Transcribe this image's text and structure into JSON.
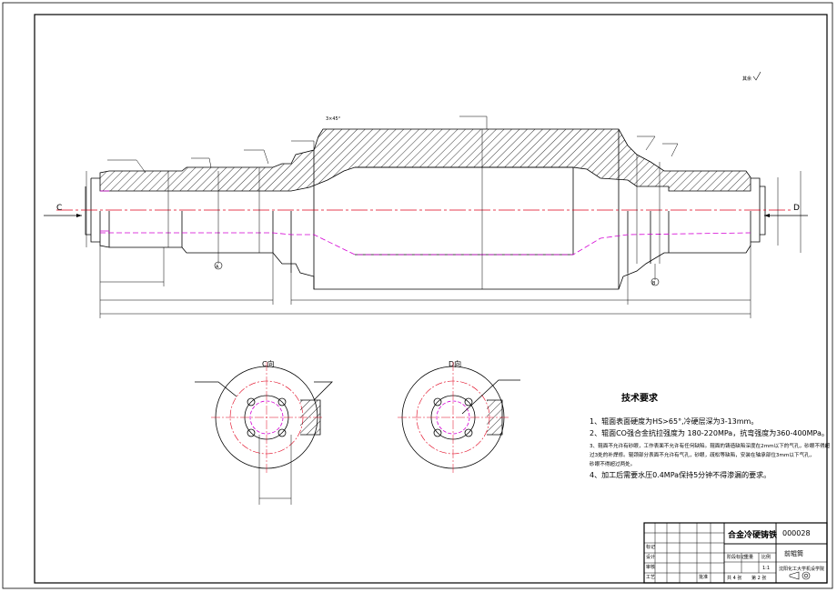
{
  "views": {
    "section_left": "C",
    "section_right": "D",
    "section_c_title": "C向",
    "section_d_title": "D向",
    "detail_a": "A",
    "detail_b": "B",
    "chamfer_label": "3×45°"
  },
  "surface_note": "其余",
  "technical_requirements": {
    "heading": "技术要求",
    "items": [
      "1、辊面表面硬度为HS>65°,冷硬层深为3-13mm。",
      "2、辊面CO强合金抗拉强度为 180-220MPa，抗弯强度为360-400MPa。",
      "3、辊面不允许有砂眼，工作表面不允许有任何缺陷。辊面的铸造缺陷深度在2mm以下的气孔，砂眼不得超",
      "过3处的补焊修。辊颈部分表面不允许有气孔，砂眼，疏松等缺陷，安装在轴承部位3mm以下气孔，",
      "砂眼不得超过两处。",
      "4、加工后需要水压0.4MPa保持5分钟不得渗漏的要求。"
    ]
  },
  "title_block": {
    "material": "合金冷硬铸铁",
    "drawing_no": "000028",
    "part_name": "前辊筒",
    "scale": "1:1",
    "sheet": "共 4 张",
    "sheet_of": "第 2 张",
    "school": "沈阳化工大学机设学院",
    "rows": [
      "标记",
      "设计",
      "审核",
      "工艺"
    ],
    "labels": [
      "阶段标记",
      "重量",
      "比例",
      "批准"
    ]
  },
  "colors": {
    "line": "#000000",
    "centerline": "#e0001b",
    "hidden": "#d400d4",
    "hatch": "#000000"
  }
}
